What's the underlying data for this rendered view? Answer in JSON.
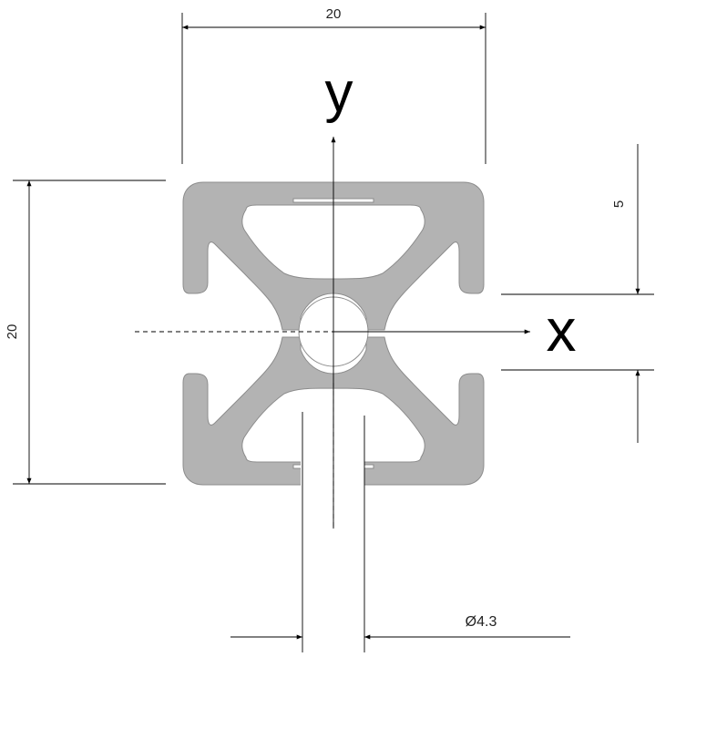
{
  "dimensions": {
    "width_label": "20",
    "height_label": "20",
    "slot_offset_label": "5",
    "bore_diameter_label": "Ø4.3"
  },
  "axes": {
    "x_label": "x",
    "y_label": "y"
  },
  "colors": {
    "profile_fill": "#b3b3b3",
    "profile_stroke": "#8c8c8c",
    "line": "#000000"
  }
}
